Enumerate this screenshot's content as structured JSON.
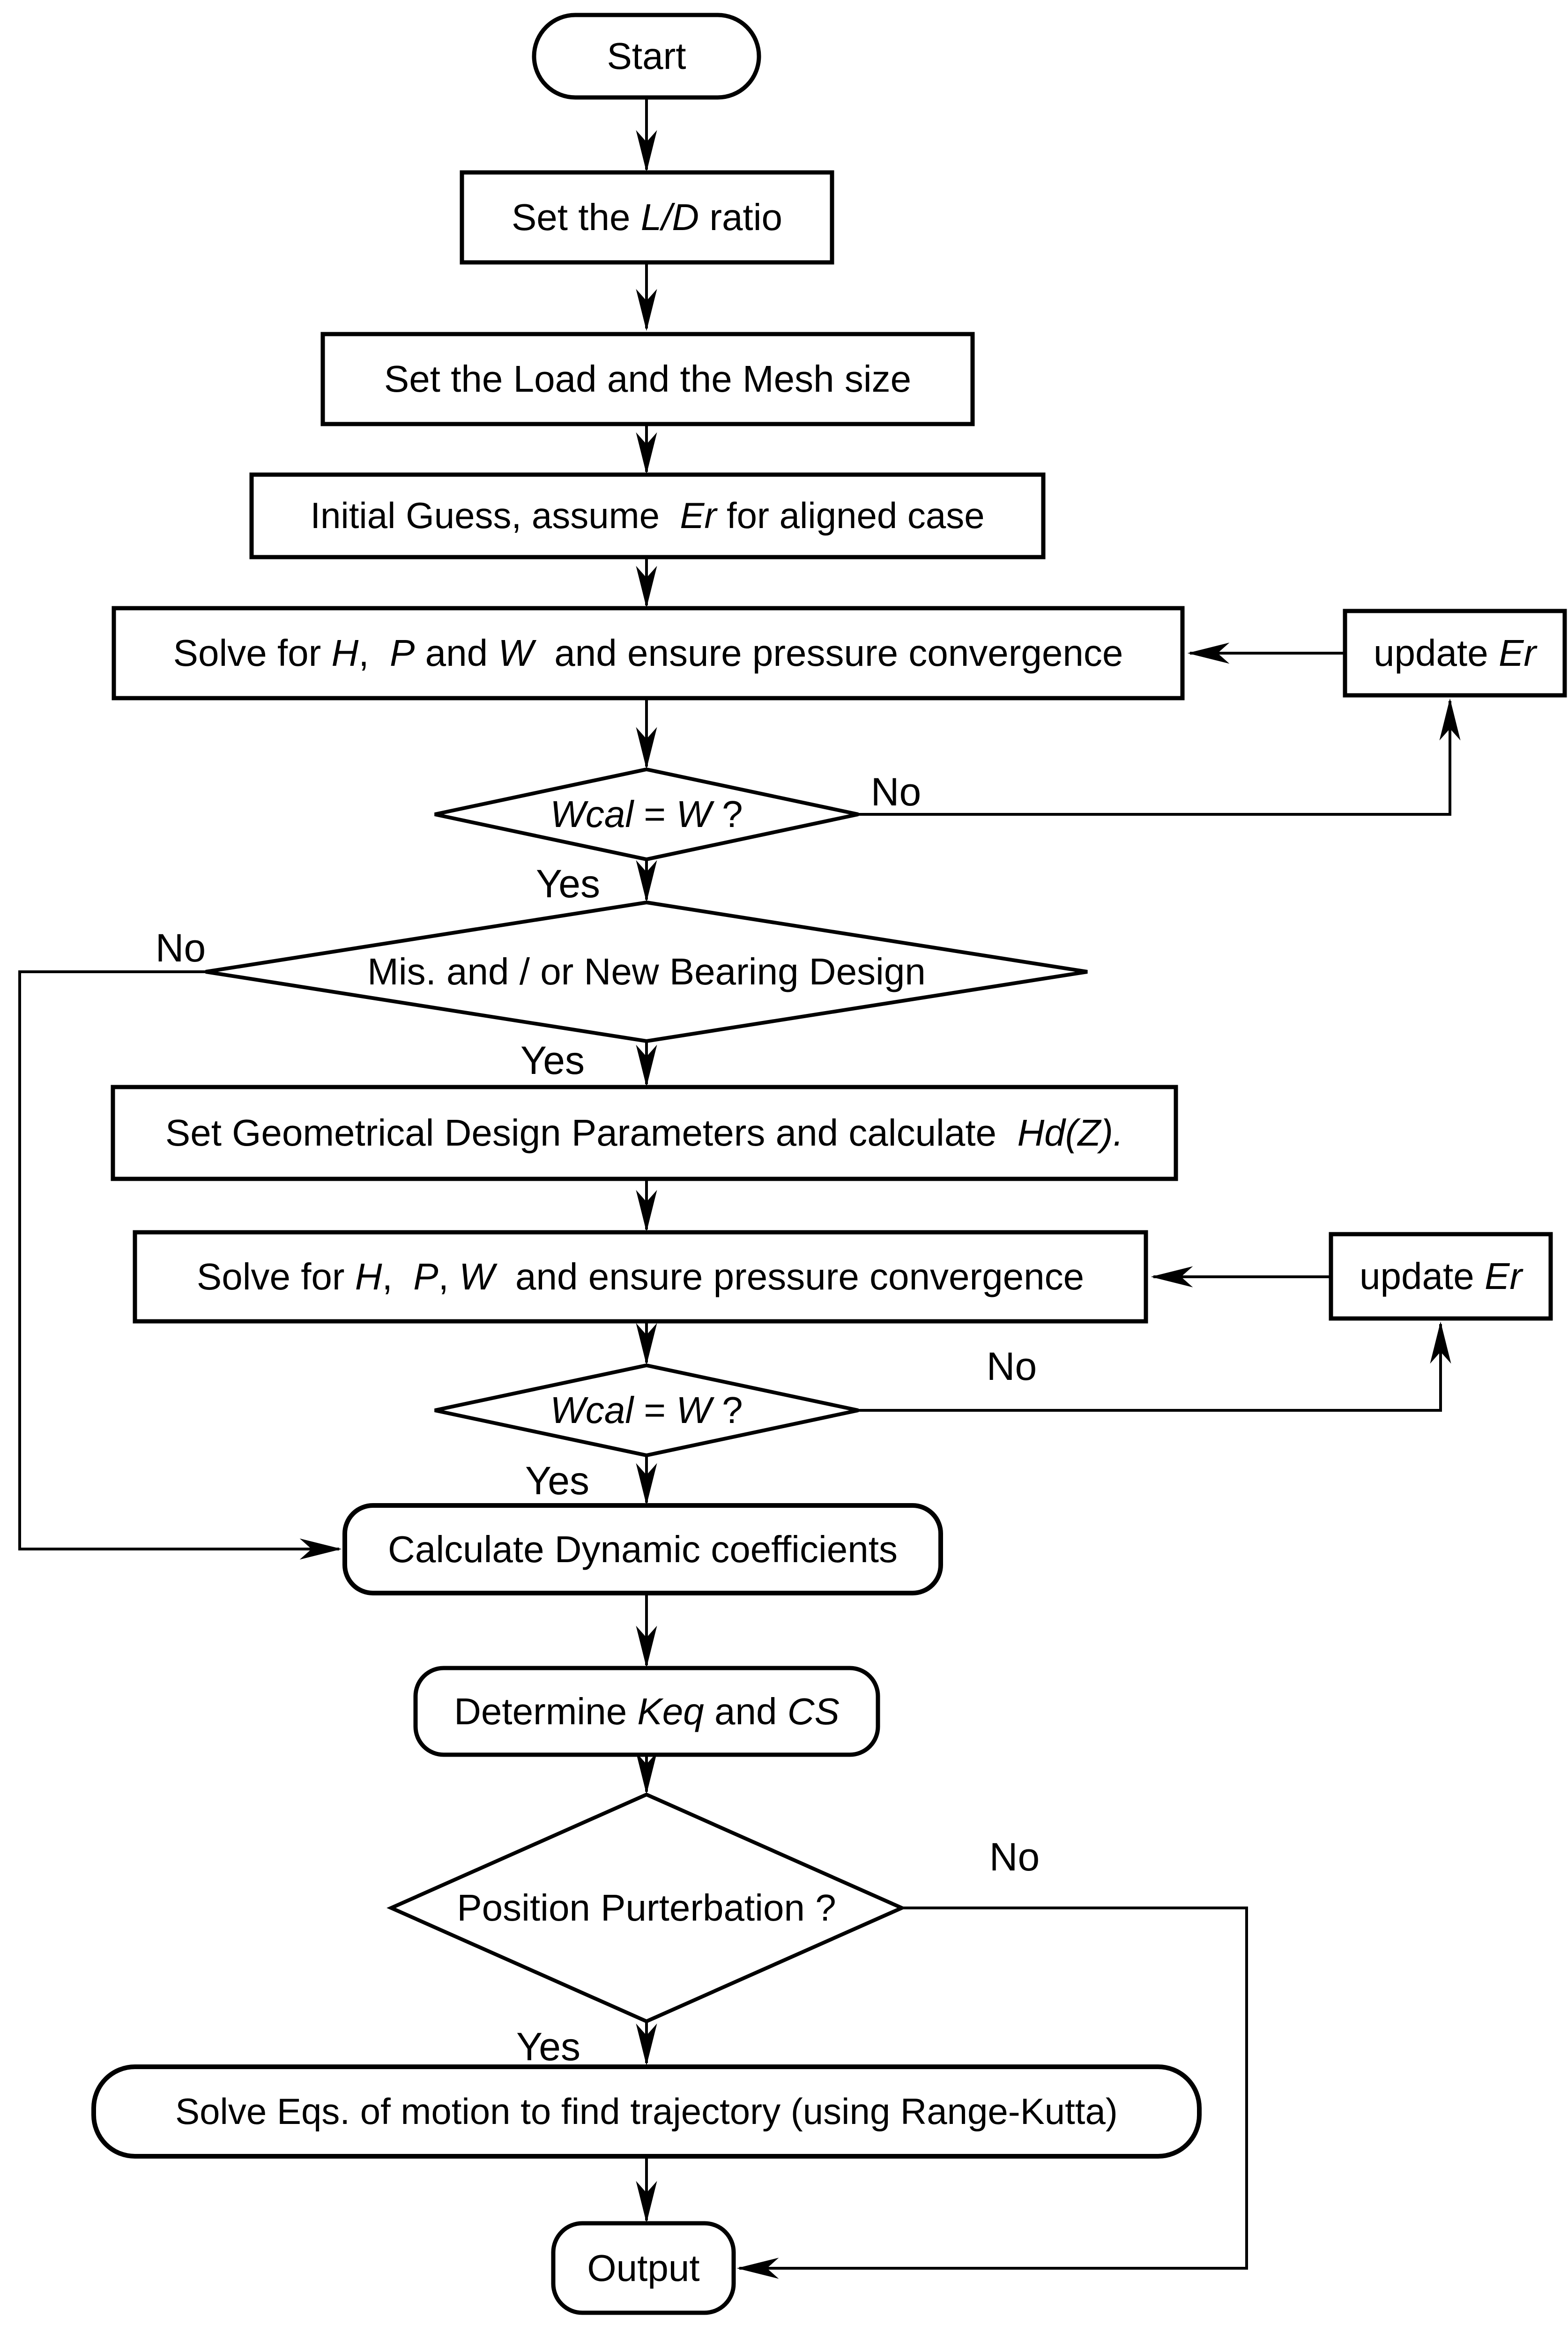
{
  "colors": {
    "ink": "#000000",
    "paper": "#ffffff"
  },
  "nodes": {
    "start": {
      "type": "terminator",
      "label": [
        {
          "t": "Start",
          "i": 0
        }
      ]
    },
    "set_ld": {
      "type": "process",
      "label": [
        {
          "t": "Set the ",
          "i": 0
        },
        {
          "t": "L/D",
          "i": 1
        },
        {
          "t": " ratio",
          "i": 0
        }
      ]
    },
    "set_load_mesh": {
      "type": "process",
      "label": [
        {
          "t": "Set the Load and the Mesh size",
          "i": 0
        }
      ]
    },
    "initial_guess": {
      "type": "process",
      "label": [
        {
          "t": "Initial Guess, assume  ",
          "i": 0
        },
        {
          "t": "Er",
          "i": 1
        },
        {
          "t": " for aligned case",
          "i": 0
        }
      ]
    },
    "solve1": {
      "type": "process",
      "label": [
        {
          "t": "Solve for ",
          "i": 0
        },
        {
          "t": "H",
          "i": 1
        },
        {
          "t": ",  ",
          "i": 0
        },
        {
          "t": "P",
          "i": 1
        },
        {
          "t": " and ",
          "i": 0
        },
        {
          "t": "W",
          "i": 1
        },
        {
          "t": "  and ensure pressure convergence",
          "i": 0
        }
      ]
    },
    "update_er1": {
      "type": "process",
      "label": [
        {
          "t": "update ",
          "i": 0
        },
        {
          "t": "Er",
          "i": 1
        }
      ]
    },
    "wcal1": {
      "type": "decision",
      "label": [
        {
          "t": "Wcal",
          "i": 1
        },
        {
          "t": " = ",
          "i": 0
        },
        {
          "t": "W",
          "i": 1
        },
        {
          "t": " ?",
          "i": 0
        }
      ]
    },
    "mis_design": {
      "type": "decision",
      "label": [
        {
          "t": "Mis. and / or New Bearing Design",
          "i": 0
        }
      ]
    },
    "set_geom": {
      "type": "process",
      "label": [
        {
          "t": "Set Geometrical Design Parameters and calculate  ",
          "i": 0
        },
        {
          "t": "Hd(Z).",
          "i": 1
        }
      ]
    },
    "solve2": {
      "type": "process",
      "label": [
        {
          "t": "Solve for ",
          "i": 0
        },
        {
          "t": "H",
          "i": 1
        },
        {
          "t": ",  ",
          "i": 0
        },
        {
          "t": "P",
          "i": 1
        },
        {
          "t": ", ",
          "i": 0
        },
        {
          "t": "W",
          "i": 1
        },
        {
          "t": "  and ensure pressure convergence",
          "i": 0
        }
      ]
    },
    "update_er2": {
      "type": "process",
      "label": [
        {
          "t": "update ",
          "i": 0
        },
        {
          "t": "Er",
          "i": 1
        }
      ]
    },
    "wcal2": {
      "type": "decision",
      "label": [
        {
          "t": "Wcal",
          "i": 1
        },
        {
          "t": " = ",
          "i": 0
        },
        {
          "t": "W",
          "i": 1
        },
        {
          "t": " ?",
          "i": 0
        }
      ]
    },
    "calc_dyn": {
      "type": "process",
      "label": [
        {
          "t": "Calculate Dynamic coefficients",
          "i": 0
        }
      ]
    },
    "determine_keq": {
      "type": "process",
      "label": [
        {
          "t": "Determine ",
          "i": 0
        },
        {
          "t": "Keq",
          "i": 1
        },
        {
          "t": " and ",
          "i": 0
        },
        {
          "t": "CS",
          "i": 1
        }
      ]
    },
    "position_pert": {
      "type": "decision",
      "label": [
        {
          "t": "Position Purterbation ?",
          "i": 0
        }
      ]
    },
    "solve_traj": {
      "type": "process",
      "label": [
        {
          "t": "Solve Eqs. of motion to find trajectory (using Range-Kutta)",
          "i": 0
        }
      ]
    },
    "output": {
      "type": "terminator",
      "label": [
        {
          "t": "Output",
          "i": 0
        }
      ]
    }
  },
  "branch_labels": {
    "wcal1_no": "No",
    "wcal1_yes": "Yes",
    "mis_no": "No",
    "mis_yes": "Yes",
    "wcal2_no": "No",
    "wcal2_yes": "Yes",
    "pert_no": "No",
    "pert_yes": "Yes"
  }
}
